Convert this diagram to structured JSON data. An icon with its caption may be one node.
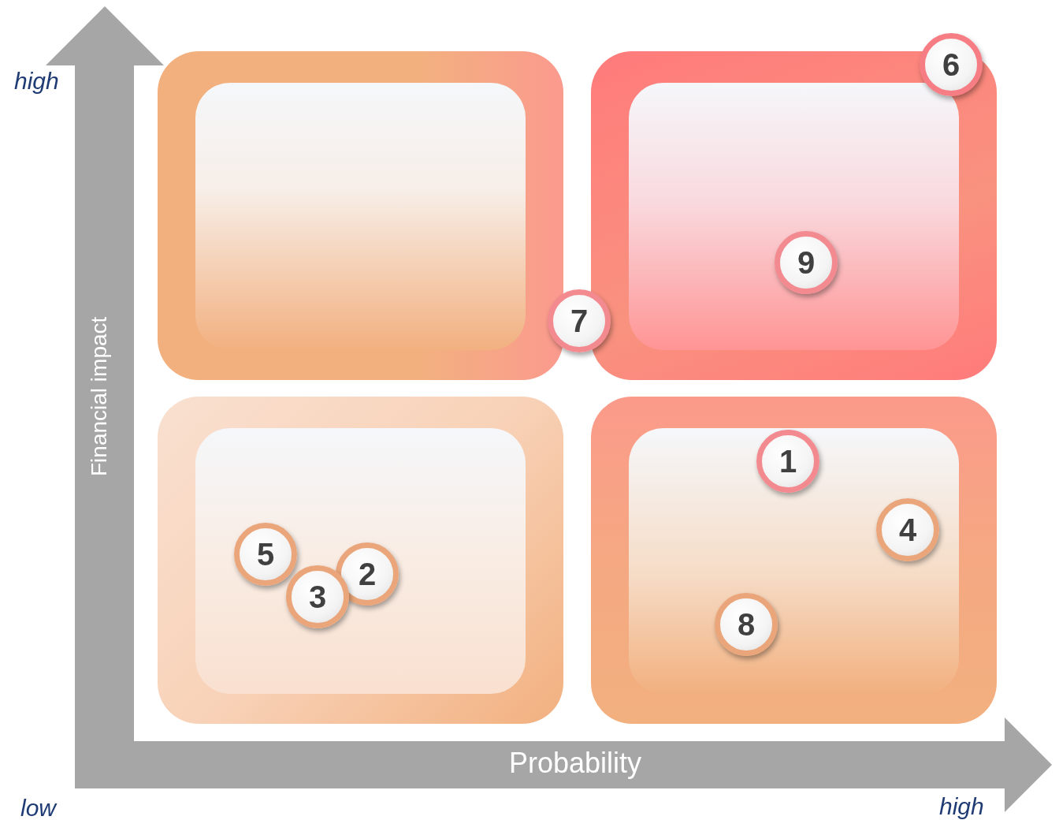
{
  "diagram": {
    "nodes": [
      {
        "text": [],
        "shape": "box"
      },
      {
        "text": [],
        "shape": "box"
      },
      {
        "text": [],
        "shape": "box"
      },
      {
        "text": [],
        "shape": "box"
      },
      {
        "text": [
          "6"
        ]
      },
      {
        "text": [
          "9"
        ],
        "in": 1
      },
      {
        "text": [
          "7"
        ]
      },
      {
        "text": [
          "1"
        ],
        "in": 3
      },
      {
        "text": [
          "4"
        ],
        "in": 3
      },
      {
        "text": [
          "5"
        ],
        "in": 2
      },
      {
        "text": [
          "2"
        ],
        "in": 2
      },
      {
        "text": [
          "3"
        ],
        "in": 2
      },
      {
        "text": [
          "8"
        ],
        "in": 3
      }
    ],
    "labels": [
      "high",
      "Financial impact",
      "Probability",
      "low",
      "high"
    ]
  }
}
